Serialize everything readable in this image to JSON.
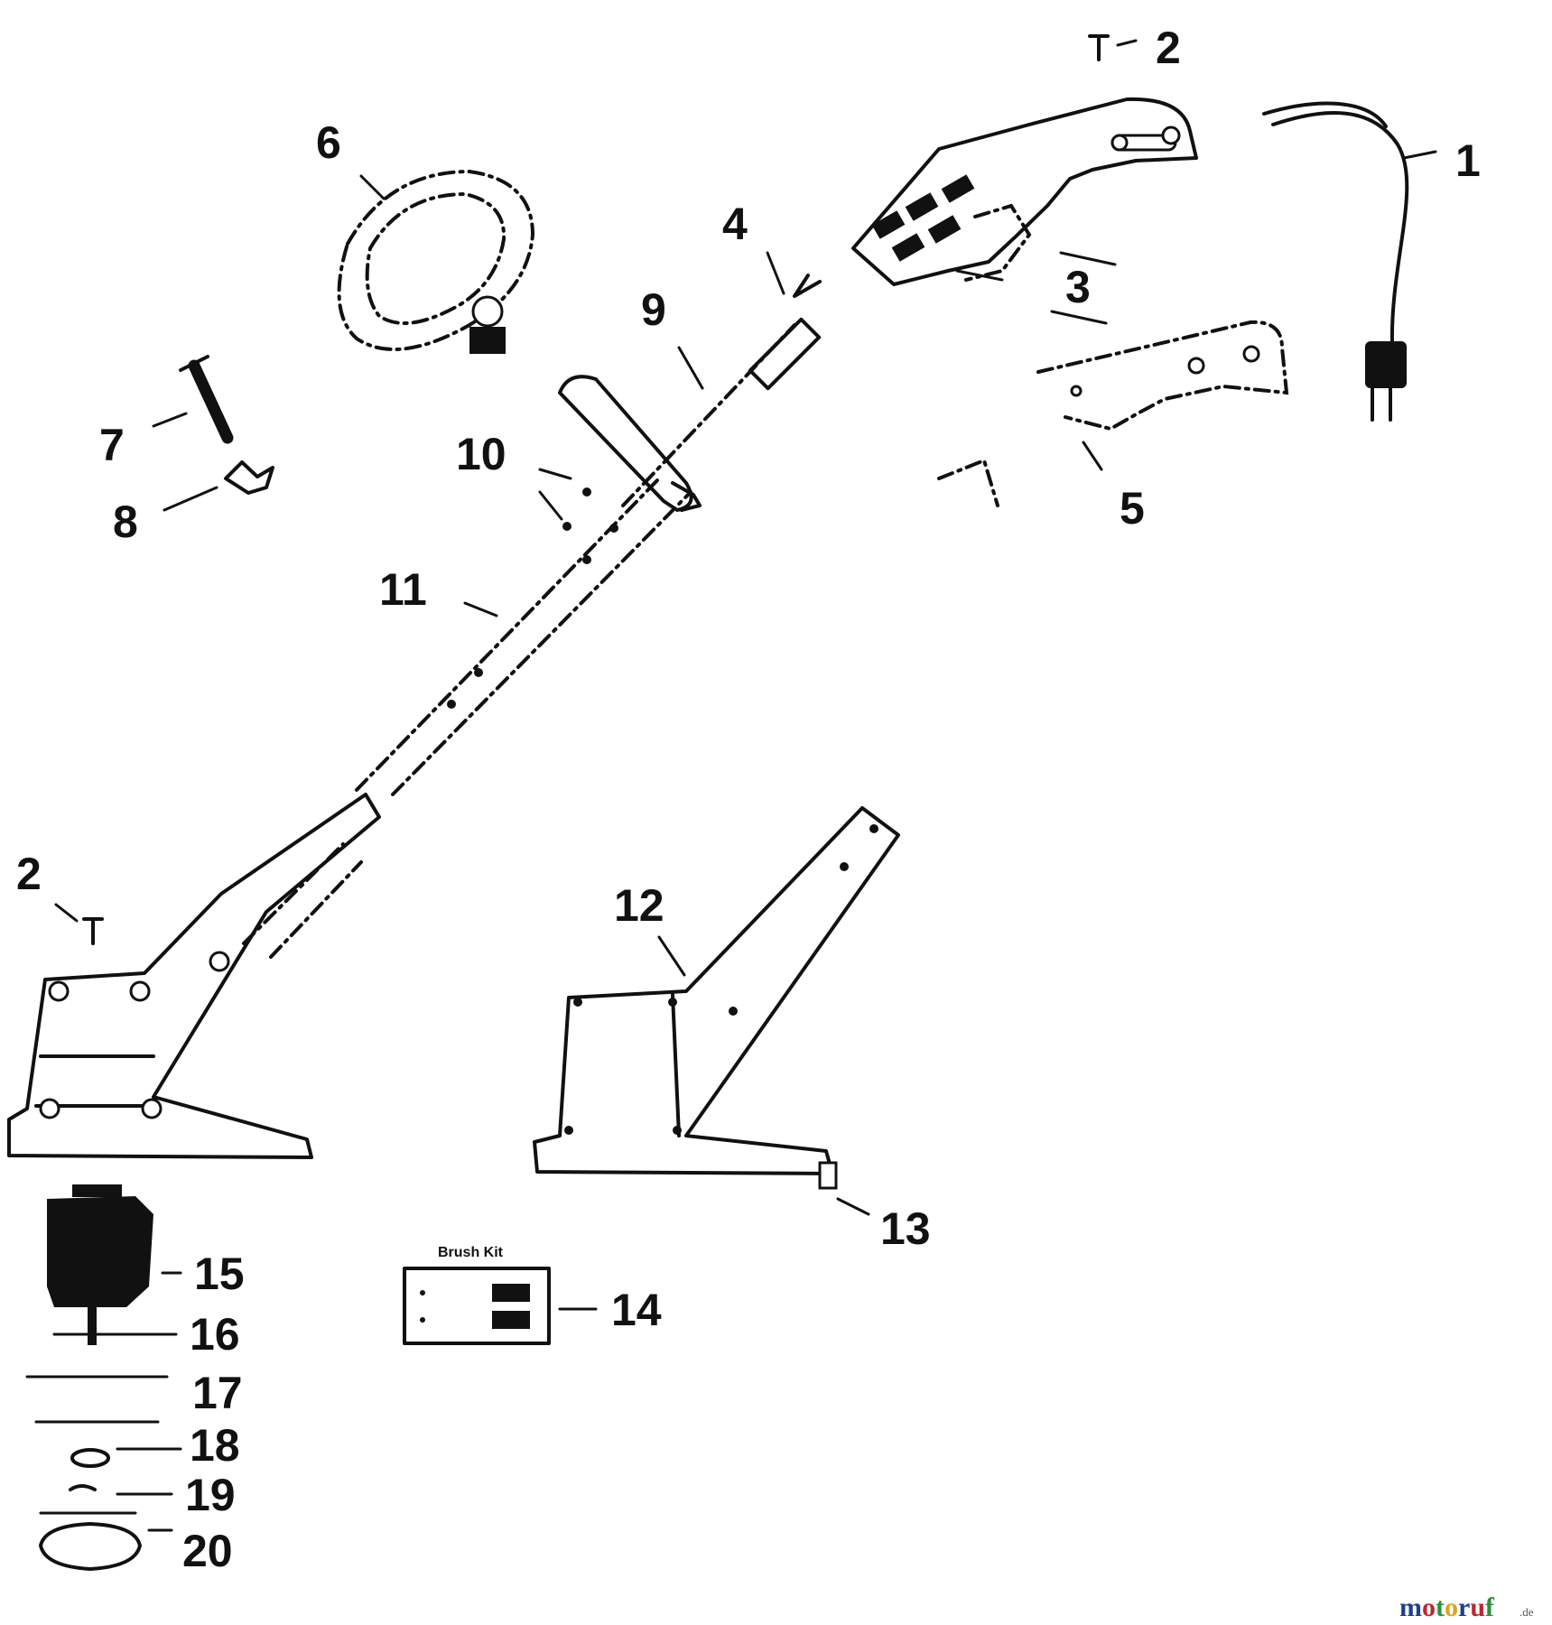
{
  "callouts": {
    "c1": "1",
    "c2a": "2",
    "c2b": "2",
    "c3": "3",
    "c4": "4",
    "c5": "5",
    "c6": "6",
    "c7": "7",
    "c8": "8",
    "c9": "9",
    "c10": "10",
    "c11": "11",
    "c12": "12",
    "c13": "13",
    "c14": "14",
    "c15": "15",
    "c16": "16",
    "c17": "17",
    "c18": "18",
    "c19": "19",
    "c20": "20"
  },
  "brush_kit_label": "Brush Kit",
  "watermark": {
    "name": "motoruf",
    "suffix": ".de"
  },
  "colors": {
    "ink": "#111111",
    "background": "#ffffff",
    "wm_m": "#1f3f8f",
    "wm_o1": "#c0262d",
    "wm_t": "#2f8f3a",
    "wm_o2": "#e0a020"
  }
}
